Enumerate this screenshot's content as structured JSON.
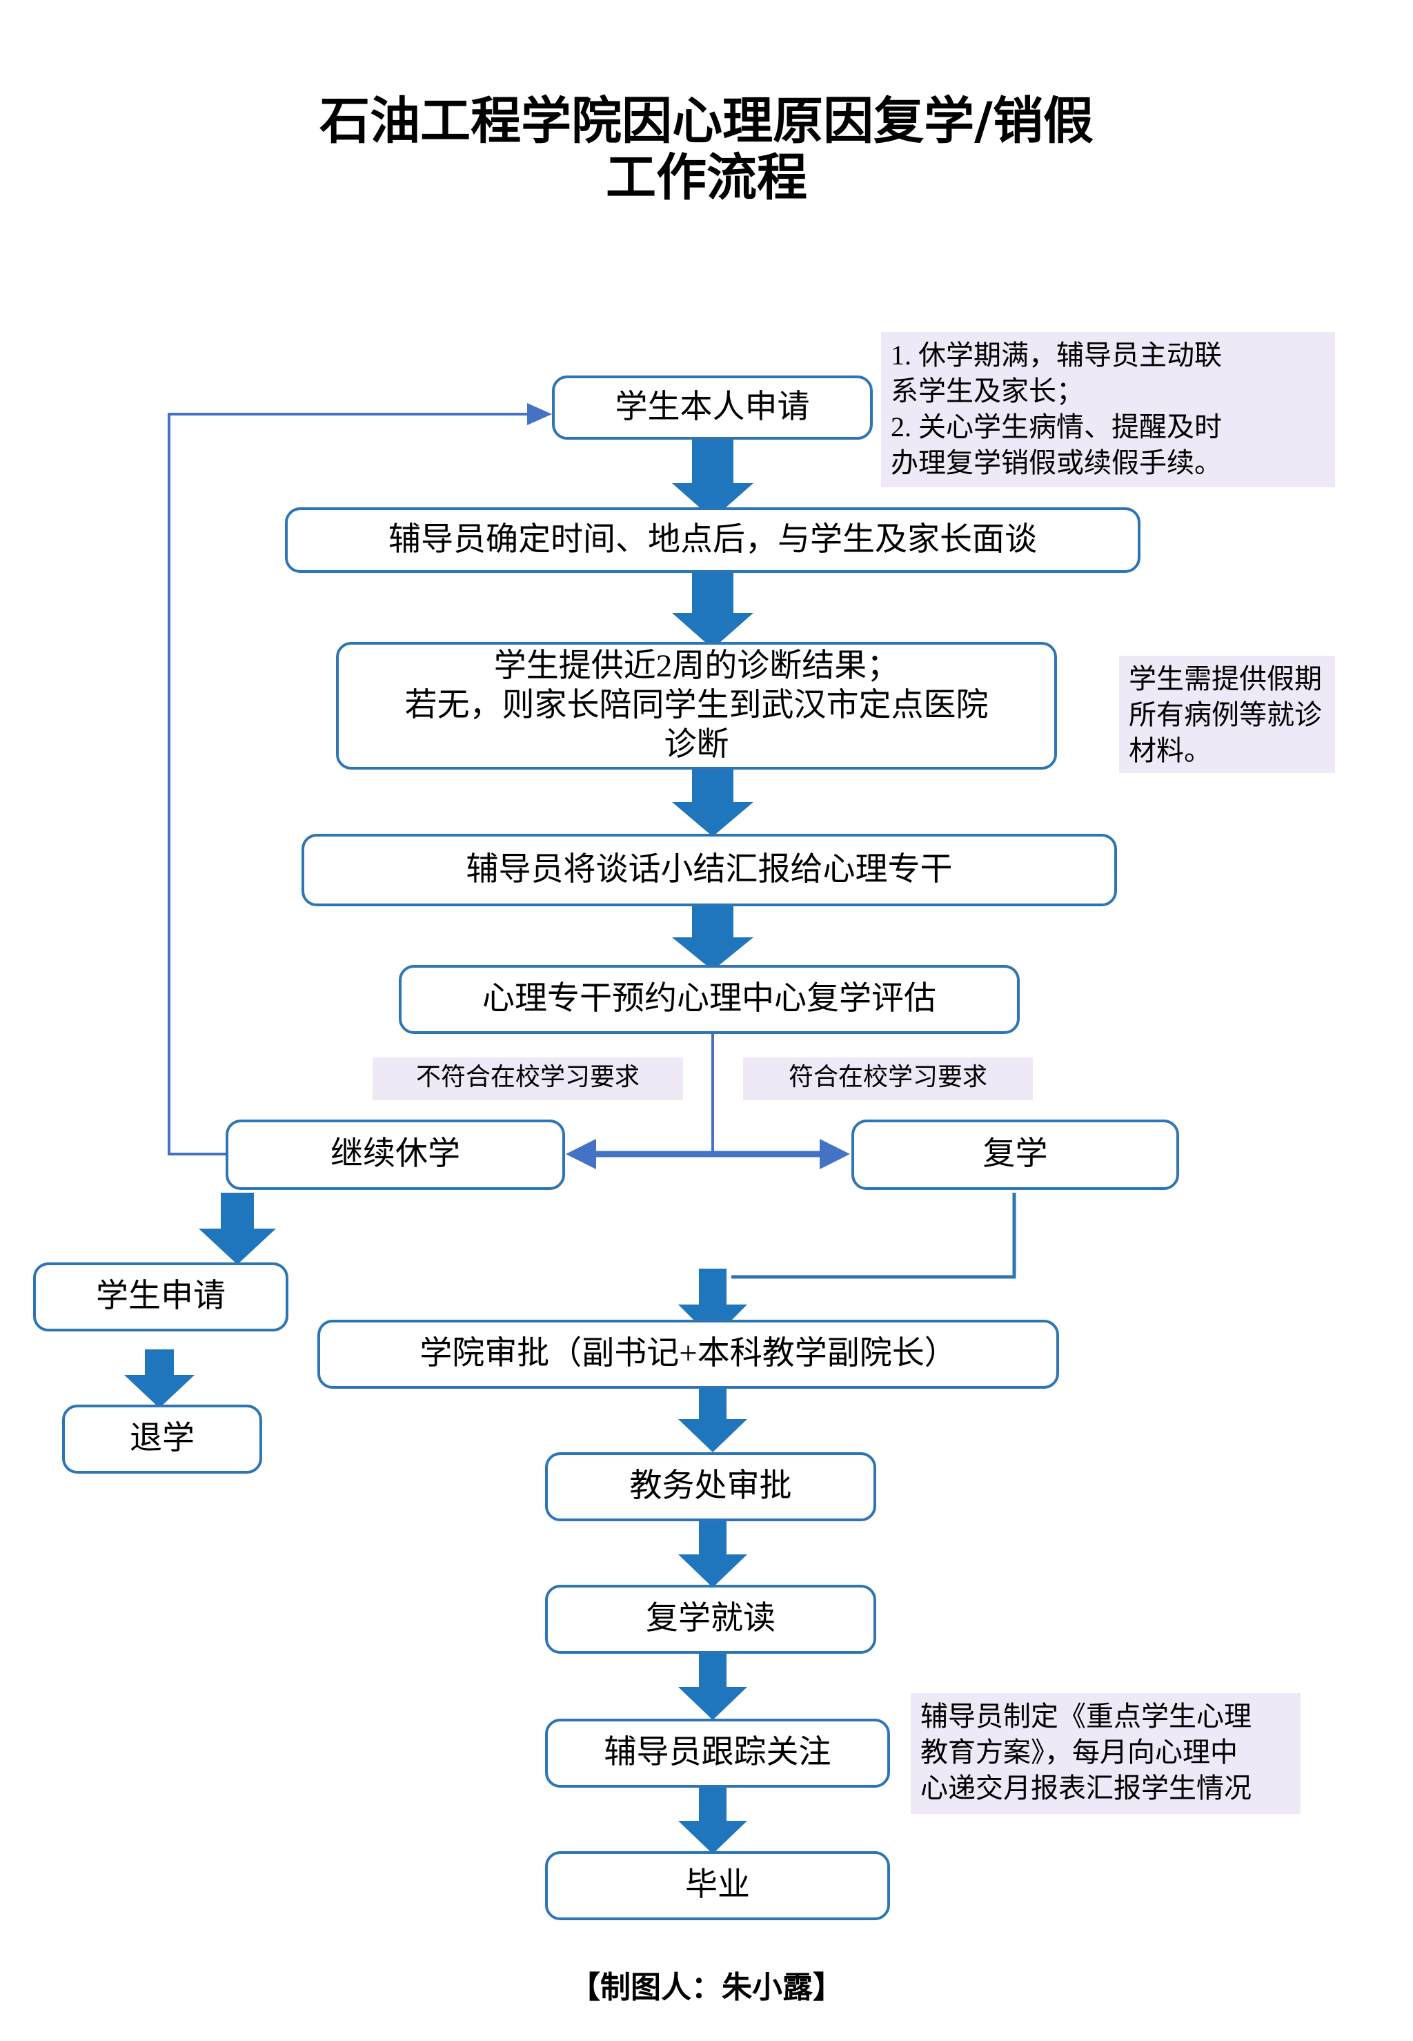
{
  "title": "石油工程学院因心理原因复学/销假\n工作流程",
  "footer": "【制图人：朱小露】",
  "colors": {
    "box_border": "#2E75B6",
    "arrow_fill": "#1F76BC",
    "thin_connector": "#4472C4",
    "note_background": "#EFE9F7",
    "text": "#000000",
    "page_background": "#FFFFFF"
  },
  "nodes": {
    "student_application": "学生本人申请",
    "counselor_interview": "辅导员确定时间、地点后，与学生及家长面谈",
    "diagnosis": "学生提供近2周的诊断结果；\n若无，则家长陪同学生到武汉市定点医院\n诊断",
    "report_summary": "辅导员将谈话小结汇报给心理专干",
    "appointment_assessment": "心理专干预约心理中心复学评估",
    "continue_leave": "继续休学",
    "resume_study": "复学",
    "student_request_withdraw": "学生申请",
    "withdraw": "退学",
    "college_approval": "学院审批（副书记+本科教学副院长）",
    "academic_affairs_approval": "教务处审批",
    "resume_attendance": "复学就读",
    "counselor_followup": "辅导员跟踪关注",
    "graduation": "毕业"
  },
  "edge_labels": {
    "not_qualified": "不符合在校学习要求",
    "qualified": "符合在校学习要求"
  },
  "notes": {
    "note_top": "1. 休学期满，辅导员主动联\n系学生及家长；\n2. 关心学生病情、提醒及时\n办理复学销假或续假手续。",
    "note_middle": "学生需提供假期\n所有病例等就诊\n材料。",
    "note_bottom": "辅导员制定《重点学生心理\n教育方案》，每月向心理中\n心递交月报表汇报学生情况"
  }
}
